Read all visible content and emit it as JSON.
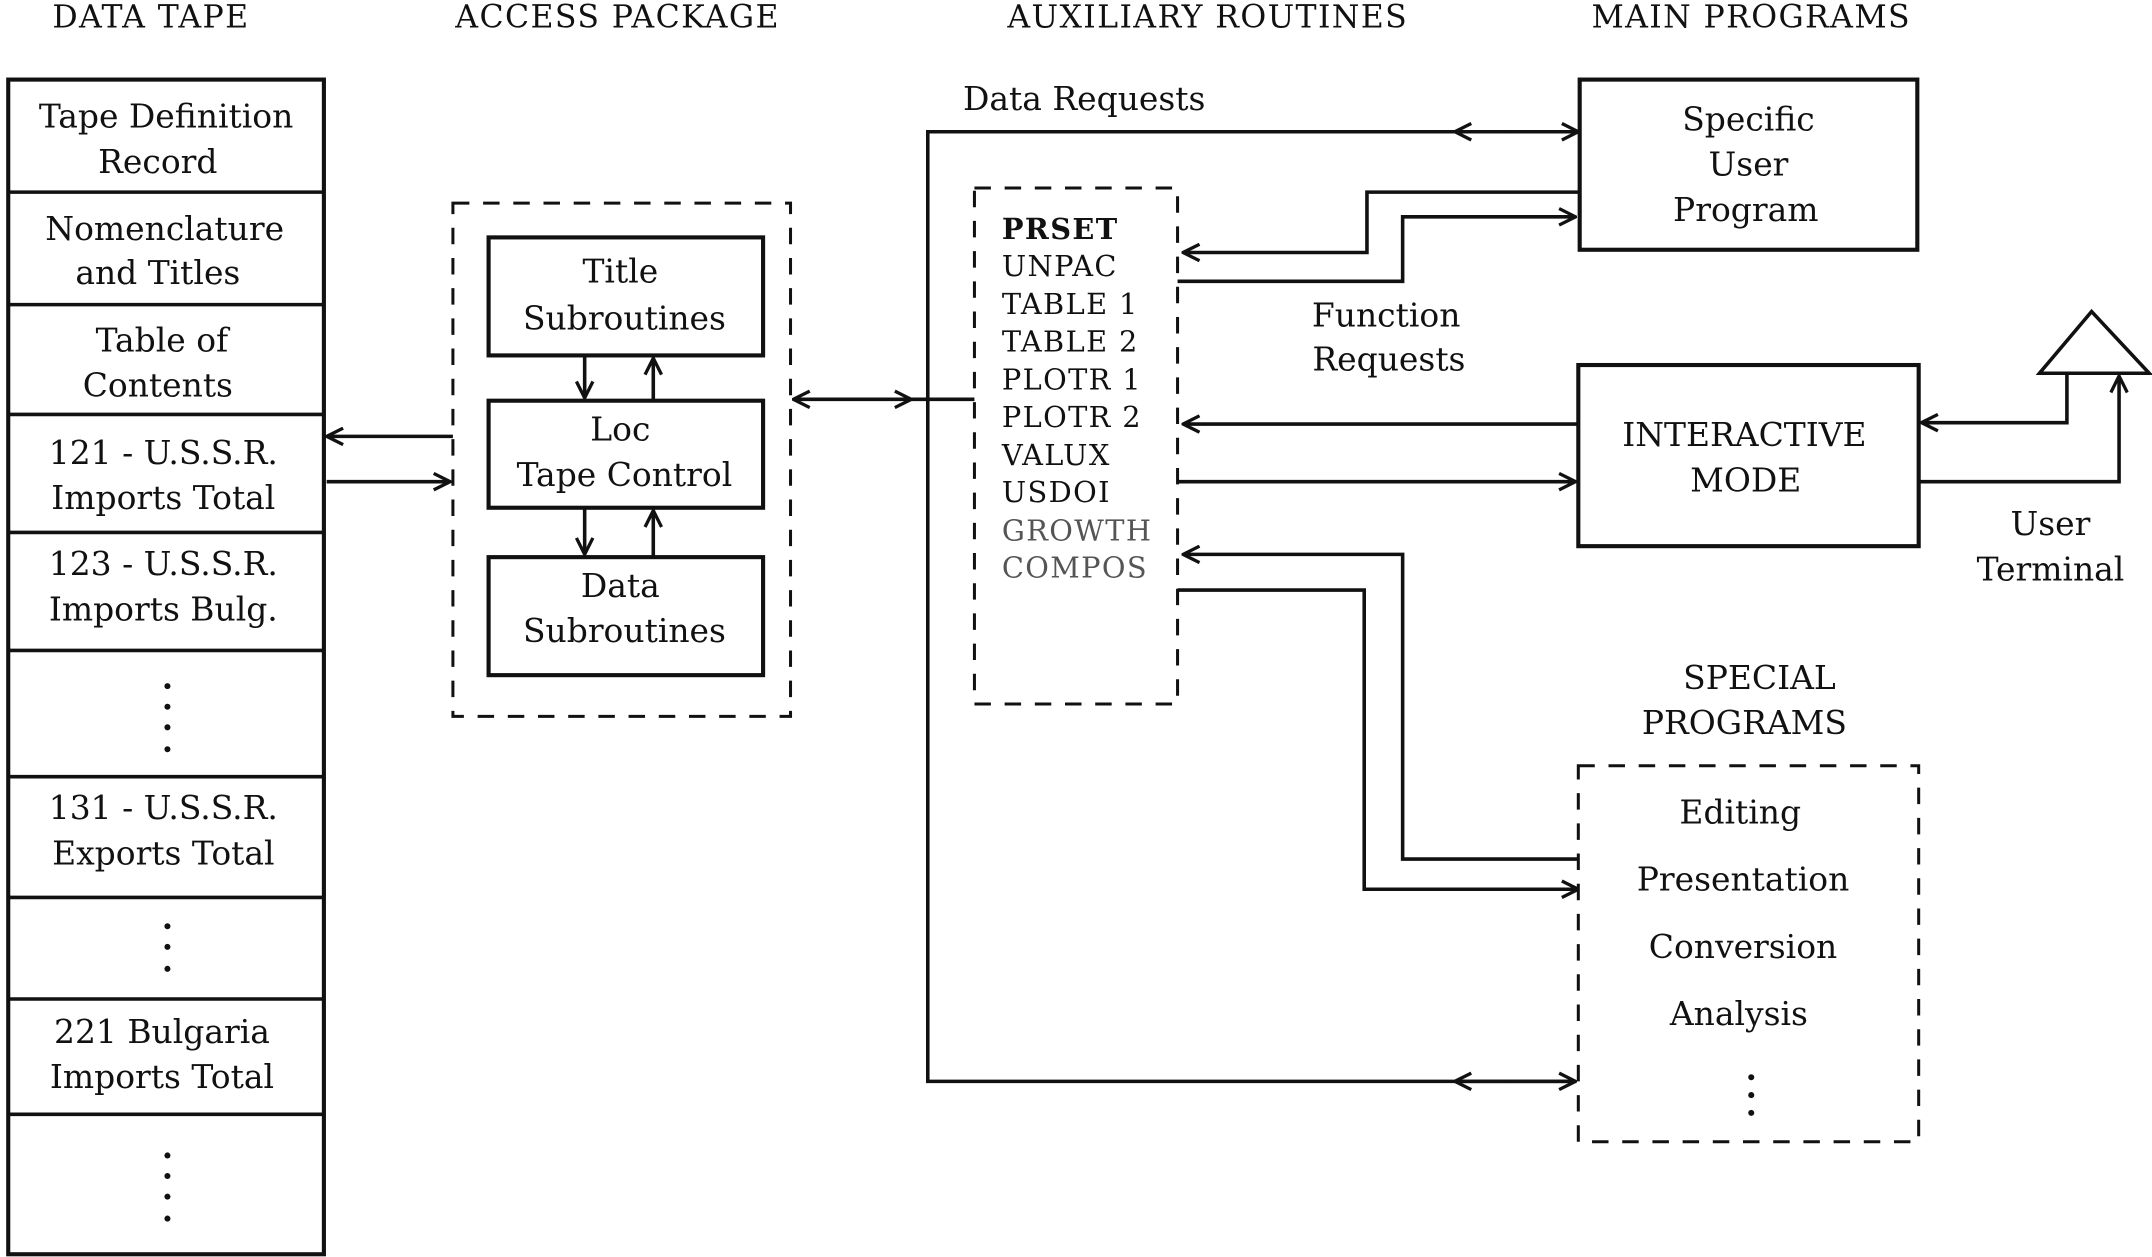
{
  "headers": {
    "data_tape": "DATA TAPE",
    "access_package": "ACCESS PACKAGE",
    "auxiliary_routines": "AUXILIARY ROUTINES",
    "main_programs": "MAIN PROGRAMS"
  },
  "data_tape": {
    "records": [
      {
        "line1": "Tape Definition",
        "line2": "Record"
      },
      {
        "line1": "Nomenclature",
        "line2": "and Titles"
      },
      {
        "line1": "Table of",
        "line2": "Contents"
      },
      {
        "line1": "121 - U.S.S.R.",
        "line2": "Imports Total"
      },
      {
        "line1": "123 - U.S.S.R.",
        "line2": "Imports Bulg."
      },
      {
        "ellipsis": true
      },
      {
        "line1": "131 - U.S.S.R.",
        "line2": "Exports Total"
      },
      {
        "ellipsis": true
      },
      {
        "line1": "221 Bulgaria",
        "line2": "Imports Total"
      },
      {
        "ellipsis": true
      }
    ]
  },
  "access_package": {
    "title_subroutines": {
      "line1": "Title",
      "line2": "Subroutines"
    },
    "loc_tape_control": {
      "line1": "Loc",
      "line2": "Tape Control"
    },
    "data_subroutines": {
      "line1": "Data",
      "line2": "Subroutines"
    }
  },
  "auxiliary_routines": {
    "routines": [
      "PRSET",
      "UNPAC",
      "TABLE 1",
      "TABLE 2",
      "PLOTR 1",
      "PLOTR 2",
      "VALUX",
      "USDOI",
      "GROWTH",
      "COMPOS"
    ]
  },
  "labels": {
    "data_requests": "Data Requests",
    "function_requests_1": "Function",
    "function_requests_2": "Requests",
    "user_terminal_1": "User",
    "user_terminal_2": "Terminal"
  },
  "main_programs": {
    "specific_user_program": {
      "line1": "Specific",
      "line2": "User",
      "line3": "Program"
    },
    "interactive_mode": {
      "line1": "INTERACTIVE",
      "line2": "MODE"
    }
  },
  "special_programs": {
    "title_1": "SPECIAL",
    "title_2": "PROGRAMS",
    "items": [
      "Editing",
      "Presentation",
      "Conversion",
      "Analysis"
    ]
  }
}
